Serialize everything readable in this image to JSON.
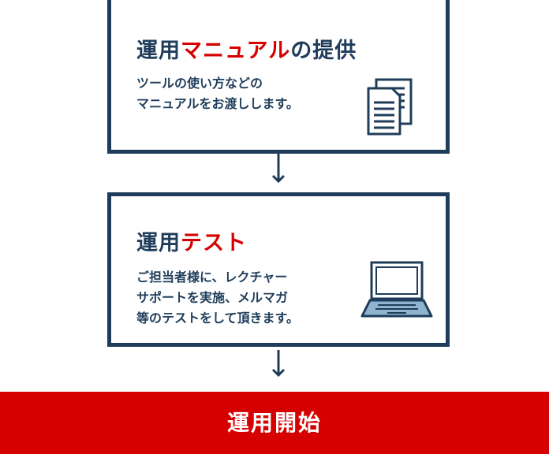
{
  "colors": {
    "navy": "#1f3d5a",
    "accent_red": "#d60000",
    "icon_fill": "#8fb4cf",
    "background": "#ffffff"
  },
  "steps": [
    {
      "title_prefix": "運用",
      "title_accent": "マニュアル",
      "title_suffix": "の提供",
      "description_lines": [
        "ツールの使い方などの",
        "マニュアルをお渡しします。"
      ],
      "icon": "documents-icon"
    },
    {
      "title_prefix": "運用",
      "title_accent": "テスト",
      "title_suffix": "",
      "description_lines": [
        "ご担当者様に、レクチャー",
        "サポートを実施、メルマガ",
        "等のテストをして頂きます。"
      ],
      "icon": "laptop-icon"
    }
  ],
  "final_step": {
    "label": "運用開始"
  }
}
